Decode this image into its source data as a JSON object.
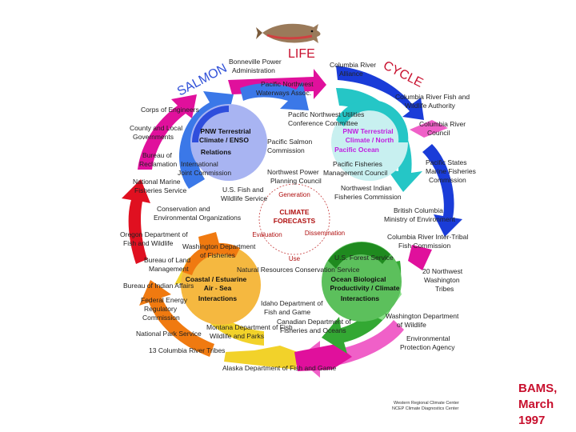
{
  "title": {
    "word_salmon": "SALMON",
    "word_life": "LIFE",
    "word_cycle": "CYCLE"
  },
  "quadrants": [
    {
      "id": "nw",
      "lines": [
        "PNW Terrestrial",
        "Climate / ENSO",
        "Relations"
      ],
      "color": "#a8b4f2"
    },
    {
      "id": "ne",
      "lines": [
        "PNW Terrestrial",
        "Climate / North",
        "Pacific Ocean"
      ],
      "color": "#7fd7d7"
    },
    {
      "id": "sw",
      "lines": [
        "Coastal / Estuarine",
        "Air - Sea",
        "Interactions"
      ],
      "color": "#f0a020"
    },
    {
      "id": "se",
      "lines": [
        "Ocean Biological",
        "Productivity / Climate",
        "Interactions"
      ],
      "color": "#33aa33"
    }
  ],
  "center": {
    "title_lines": [
      "CLIMATE",
      "FORECASTS"
    ],
    "generation": "Generation",
    "evaluation": "Evaluation",
    "dissemination": "Dissemination",
    "use": "Use"
  },
  "agencies": {
    "bonneville": [
      "Bonneville Power",
      "Administration"
    ],
    "columbia_alliance": [
      "Columbia River",
      "Alliance"
    ],
    "pnw_waterways": [
      "Pacific Northwest",
      "Waterways Assoc."
    ],
    "corps": "Corps of Engineers",
    "cr_fish_wildlife": [
      "Columbia River Fish and",
      "Wildlife Authority"
    ],
    "pnw_utilities": [
      "Pacific Northwest Utilities",
      "Conference Committee"
    ],
    "county_local": [
      "County and Local",
      "Governments"
    ],
    "cr_council": [
      "Columbia River",
      "Council"
    ],
    "reclamation": [
      "Bureau of",
      "Reclamation"
    ],
    "salmon_commission": [
      "Pacific Salmon",
      "Commission"
    ],
    "psmfc": [
      "Pacific States",
      "Marine Fisheries",
      "Commission"
    ],
    "joint_commission": [
      "International",
      "Joint Commission"
    ],
    "pacific_fisheries": [
      "Pacific Fisheries",
      "Management Council"
    ],
    "nmfs": [
      "National Marine",
      "Fisheries Service"
    ],
    "usfws": [
      "U.S. Fish and",
      "Wildlife Service"
    ],
    "nwppc": [
      "Northwest Power",
      "Planning Council"
    ],
    "nw_indian": [
      "Northwest Indian",
      "Fisheries Commission"
    ],
    "conservation_env": [
      "Conservation and",
      "Environmental Organizations"
    ],
    "bc_ministry": [
      "British Columbia",
      "Ministry of Environment"
    ],
    "oregon_fw": [
      "Oregon Department of",
      "Fish and Wildlife"
    ],
    "wa_fisheries": [
      "Washington Department",
      "of Fisheries"
    ],
    "cr_inter_tribal": [
      "Columbia River Inter-Tribal",
      "Fish Commission"
    ],
    "blm": [
      "Bureau of Land",
      "Management"
    ],
    "usfs": "U.S. Forest Service",
    "nrcs": "Natural Resources Conservation Service",
    "nw_tribes": [
      "20 Northwest",
      "Washington",
      "Tribes"
    ],
    "bia": "Bureau of Indian Affairs",
    "fed_energy": [
      "Federal Energy",
      "Regulatory",
      "Commission"
    ],
    "idaho_fg": [
      "Idaho Department of",
      "Fish and Game"
    ],
    "wa_wildlife": [
      "Washington Department",
      "of Wildlife"
    ],
    "nps": "National Park Service",
    "canada_dfo": [
      "Canadian Department of",
      "Fisheries and Oceans"
    ],
    "montana_fwp": [
      "Montana Department of Fish",
      "Wildlife and Parks"
    ],
    "epa": [
      "Environmental",
      "Protection Agency"
    ],
    "cr_tribes": "13 Columbia River Tribes",
    "alaska_fg": "Alaska Department of Fish and Game"
  },
  "credit_lines": [
    "Western Regional Climate Center",
    "NCEP Climate Diagnostics Center"
  ],
  "bams": [
    "BAMS,",
    "March",
    "1997"
  ],
  "colors": {
    "title_red": "#c8102e",
    "salmon_blue": "#3050d8",
    "arrow_blue": "#1a3cd8",
    "arrow_lightblue": "#3b78e8",
    "arrow_teal": "#25c6c6",
    "arrow_purple": "#c020e0",
    "arrow_red": "#e01020",
    "arrow_orange": "#f07a10",
    "arrow_yellow": "#f2d22a",
    "arrow_green": "#33a833",
    "arrow_magenta": "#e0109c",
    "arrow_pink": "#f060c8"
  },
  "icons": [
    "salmon-fish-icon"
  ]
}
